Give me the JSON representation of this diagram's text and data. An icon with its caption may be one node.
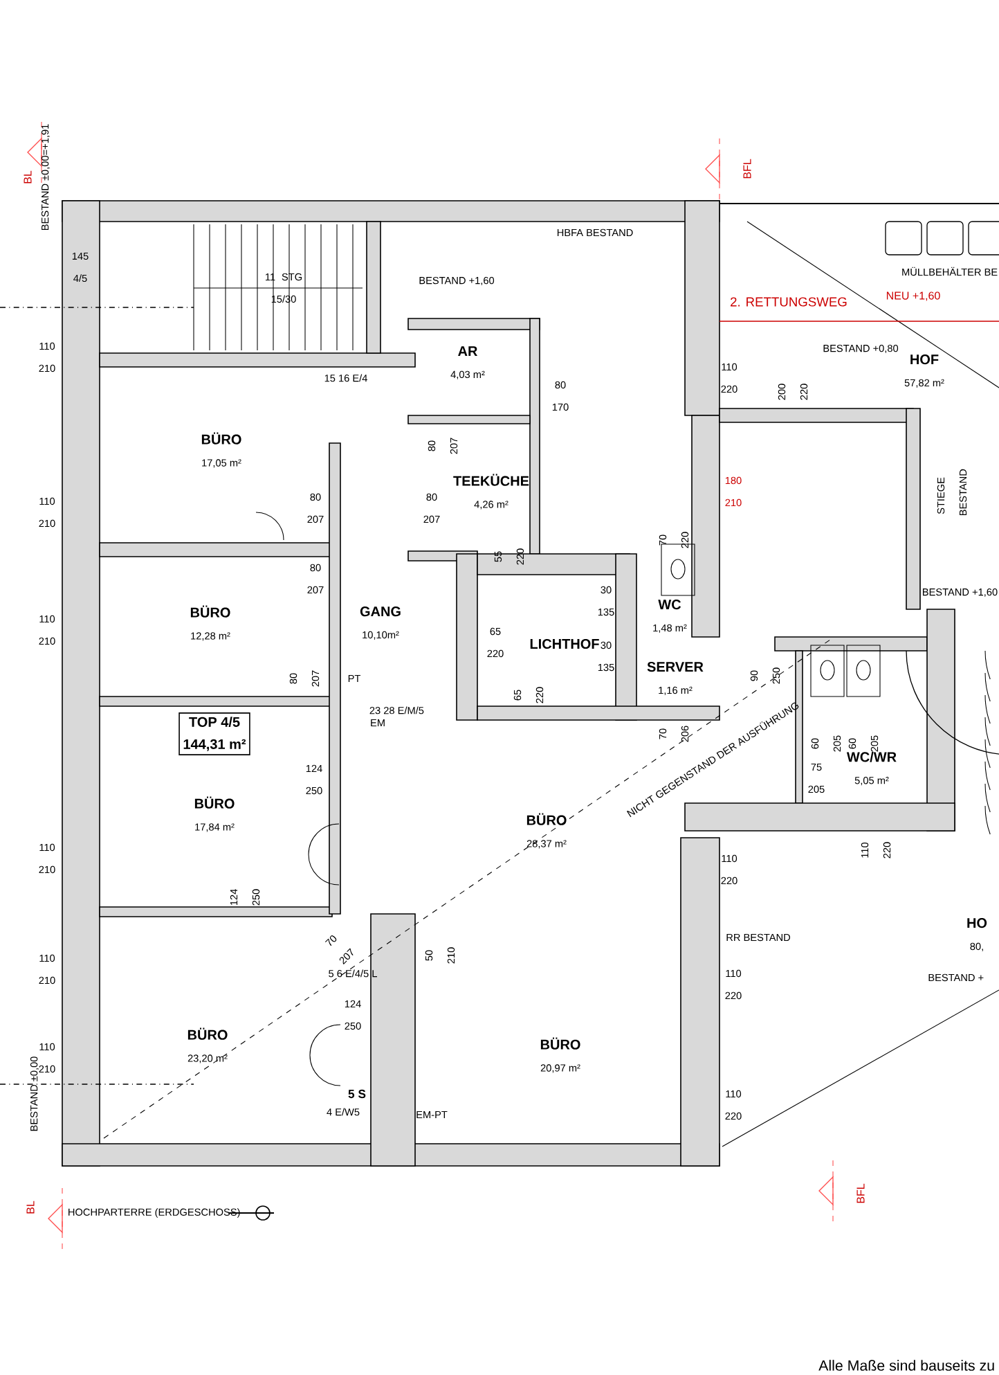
{
  "diagram": {
    "nodes": [
      {
        "text": [
          "BÜRO",
          "17,05 m²"
        ]
      },
      {
        "text": [
          "AR",
          "4,03 m²"
        ]
      },
      {
        "text": [
          "TEEKÜCHE",
          "4,26 m²"
        ]
      },
      {
        "text": [
          "BÜRO",
          "12,28 m²"
        ]
      },
      {
        "text": [
          "GANG",
          "10,10m²"
        ]
      },
      {
        "text": [
          "LICHTHOF"
        ]
      },
      {
        "text": [
          "WC",
          "1,48 m²"
        ]
      },
      {
        "text": [
          "SERVER",
          "1,16 m²"
        ]
      },
      {
        "text": [
          "TOP 4/5",
          "144,31 m²"
        ]
      },
      {
        "text": [
          "BÜRO",
          "17,84 m²"
        ]
      },
      {
        "text": [
          "BÜRO",
          "28,37 m²"
        ]
      },
      {
        "text": [
          "WC/WR",
          "5,05 m²"
        ]
      },
      {
        "text": [
          "BÜRO",
          "23,20 m²"
        ]
      },
      {
        "text": [
          "BÜRO",
          "20,97 m²"
        ]
      },
      {
        "text": [
          "HOF",
          "57,82 m²"
        ]
      },
      {
        "text": [
          "HO",
          "80,"
        ]
      }
    ],
    "labels": [
      "BL",
      "BESTAND ±0,00=+1,91",
      "145 4/5",
      "11 STG 15/30",
      "BESTAND +1,60",
      "HBFA BESTAND",
      "2. RETTUNGSWEG",
      "NEU +1,60",
      "MÜLLBEHÄLTER BE",
      "BESTAND +0,80",
      "110 220",
      "200 220",
      "80 170",
      "15 16 E/4",
      "80 207",
      "80 207",
      "80 207",
      "180 210",
      "STIEGE BESTAND",
      "70 220",
      "BESTAND +1,60",
      "55 220",
      "30 135",
      "30 135",
      "65 220",
      "65 220",
      "80 207",
      "80 207",
      "PT",
      "23 28 E/M/5",
      "EM",
      "70 206",
      "90 250",
      "60 205",
      "60 205",
      "75 205",
      "NICHT GEGENSTAND DER AUSFÜHRUNG",
      "124 250",
      "110 220",
      "110 220",
      "124 250",
      "70 207",
      "50 210",
      "5 6 E/4/5 L",
      "RR BESTAND",
      "110 220",
      "BESTAND +",
      "124 250",
      "5 S",
      "4 E/W5",
      "EM-PT",
      "110 220",
      "BESTAND ±0,00",
      "BL",
      "BFL",
      "BFL",
      "HOCHPARTERRE (ERDGESCHOSS)",
      "Alle Maße sind bauseits zu",
      "110 210",
      "110 210",
      "110 210",
      "110 210",
      "110 210",
      "110 210"
    ]
  }
}
